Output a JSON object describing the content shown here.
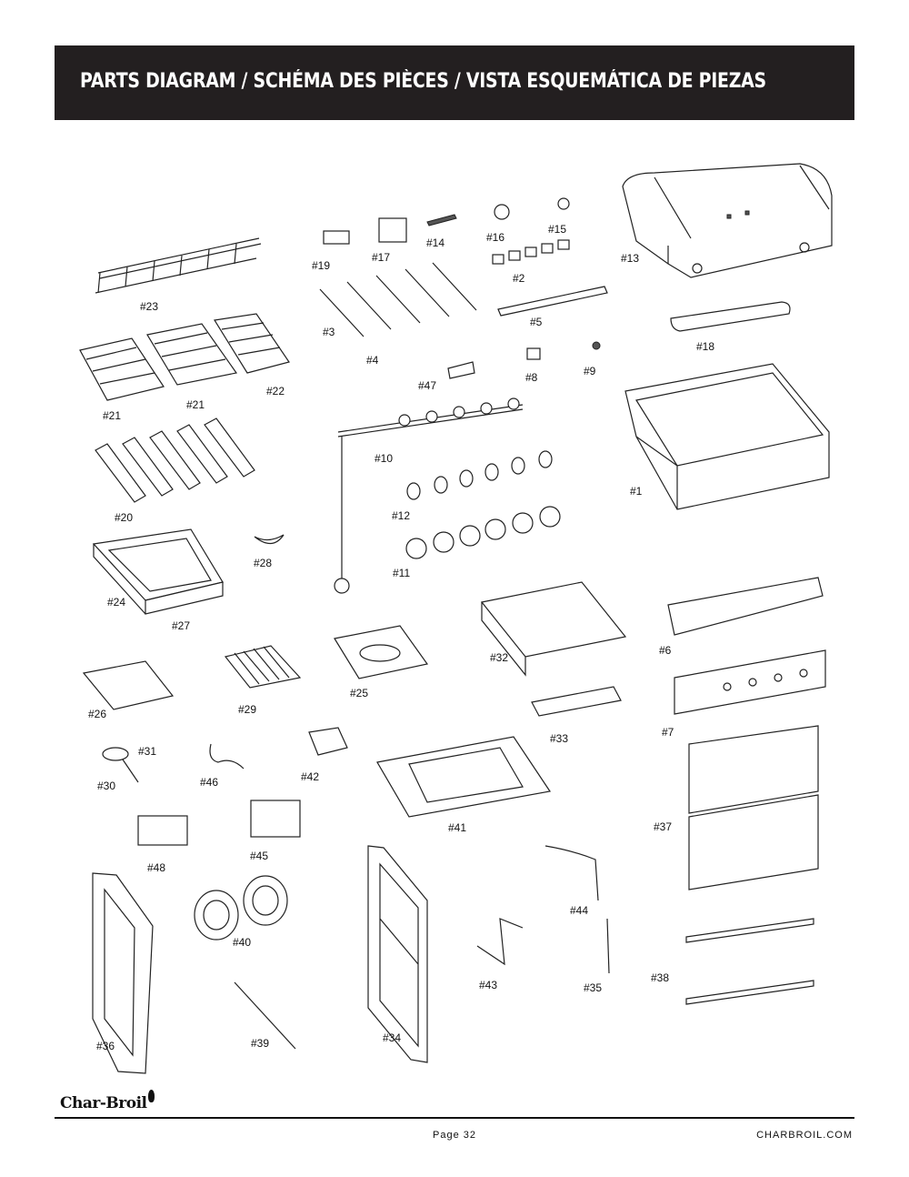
{
  "header": {
    "title": "PARTS DIAGRAM / SCHÉMA DES PIÈCES / VISTA ESQUEMÁTICA DE PIEZAS"
  },
  "parts": {
    "p1": "#1",
    "p2": "#2",
    "p3": "#3",
    "p4": "#4",
    "p5": "#5",
    "p6": "#6",
    "p7": "#7",
    "p8": "#8",
    "p9": "#9",
    "p10": "#10",
    "p11": "#11",
    "p12": "#12",
    "p13": "#13",
    "p14": "#14",
    "p15": "#15",
    "p16": "#16",
    "p17": "#17",
    "p18": "#18",
    "p19": "#19",
    "p20": "#20",
    "p21a": "#21",
    "p21b": "#21",
    "p22": "#22",
    "p23": "#23",
    "p24": "#24",
    "p25": "#25",
    "p26": "#26",
    "p27": "#27",
    "p28": "#28",
    "p29": "#29",
    "p30": "#30",
    "p31": "#31",
    "p32": "#32",
    "p33": "#33",
    "p34": "#34",
    "p35": "#35",
    "p36": "#36",
    "p37": "#37",
    "p38": "#38",
    "p39": "#39",
    "p40": "#40",
    "p41": "#41",
    "p42": "#42",
    "p43": "#43",
    "p44": "#44",
    "p45": "#45",
    "p46": "#46",
    "p47": "#47",
    "p48": "#48"
  },
  "footer": {
    "brand": "Char-Broil",
    "page": "Page 32",
    "site": "CHARBROIL.COM"
  }
}
